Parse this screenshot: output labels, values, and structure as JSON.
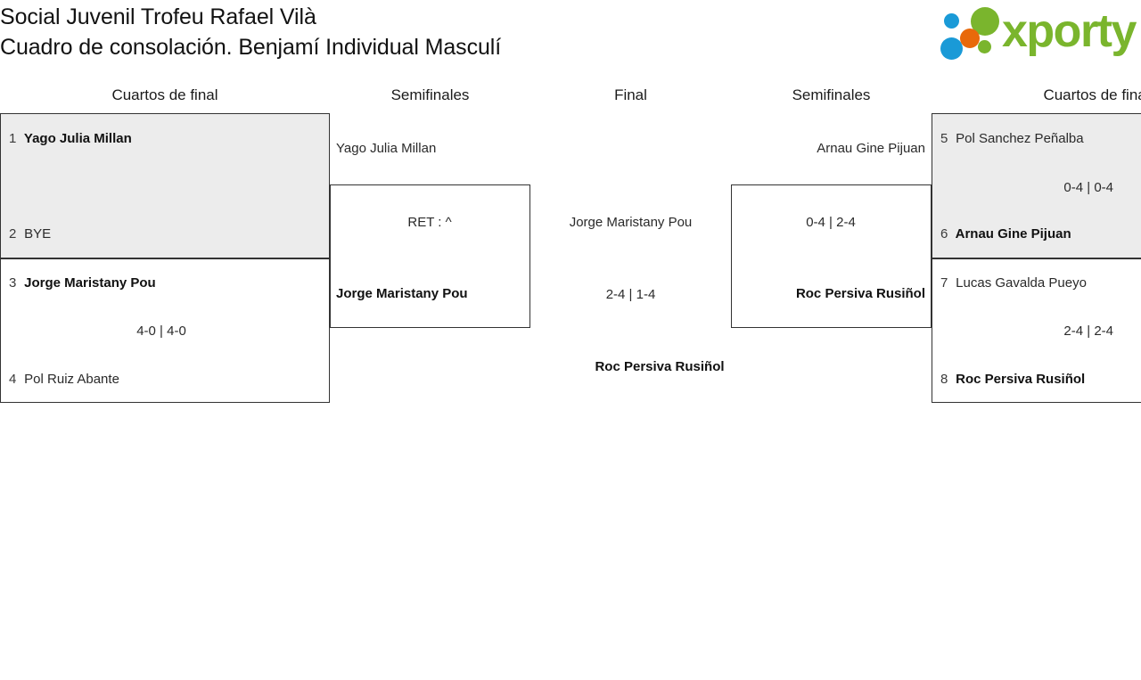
{
  "header": {
    "title_line1": "Social Juvenil Trofeu Rafael Vilà",
    "title_line2": "Cuadro de consolación. Benjamí Individual Masculí",
    "logo_word": "xporty",
    "logo_colors": {
      "blue": "#1a9ad7",
      "orange": "#e8690b",
      "green": "#7ab52d"
    }
  },
  "rounds": {
    "left_quarters": "Cuartos de final",
    "left_semis": "Semifinales",
    "final": "Final",
    "right_semis": "Semifinales",
    "right_quarters": "Cuartos de final"
  },
  "bracket": {
    "left_quarterfinals": [
      {
        "shaded": true,
        "top": {
          "seed": "1",
          "name": "Yago Julia Millan",
          "winner": true
        },
        "bottom": {
          "seed": "2",
          "name": "BYE",
          "winner": false
        },
        "score": ""
      },
      {
        "shaded": false,
        "top": {
          "seed": "3",
          "name": "Jorge Maristany Pou",
          "winner": true
        },
        "bottom": {
          "seed": "4",
          "name": "Pol Ruiz Abante",
          "winner": false
        },
        "score": "4-0 | 4-0"
      }
    ],
    "left_semifinal": {
      "top": {
        "name": "Yago Julia Millan",
        "winner": false
      },
      "bottom": {
        "name": "Jorge Maristany Pou",
        "winner": true
      },
      "score": "RET : ^"
    },
    "final": {
      "top": {
        "name": "Jorge Maristany Pou",
        "winner": false
      },
      "bottom": {
        "name": "Roc Persiva Rusiñol",
        "winner": true
      },
      "score": "2-4 | 1-4"
    },
    "right_semifinal": {
      "top": {
        "name": "Arnau Gine Pijuan",
        "winner": false
      },
      "bottom": {
        "name": "Roc Persiva Rusiñol",
        "winner": true
      },
      "score": "0-4 | 2-4"
    },
    "right_quarterfinals": [
      {
        "shaded": true,
        "top": {
          "seed": "5",
          "name": "Pol Sanchez Peñalba",
          "winner": false
        },
        "bottom": {
          "seed": "6",
          "name": "Arnau Gine Pijuan",
          "winner": true
        },
        "score": "0-4 | 0-4"
      },
      {
        "shaded": false,
        "top": {
          "seed": "7",
          "name": "Lucas Gavalda Pueyo",
          "winner": false
        },
        "bottom": {
          "seed": "8",
          "name": "Roc Persiva Rusiñol",
          "winner": true
        },
        "score": "2-4 | 2-4"
      }
    ]
  }
}
